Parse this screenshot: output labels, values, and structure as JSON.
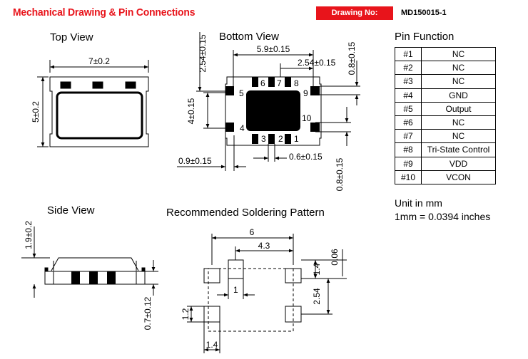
{
  "header": {
    "title": "Mechanical Drawing & Pin Connections",
    "drawing_no_label": "Drawing No:",
    "drawing_no": "MD150015-1"
  },
  "colors": {
    "accent": "#e8141b",
    "ink": "#000000"
  },
  "top_view": {
    "title": "Top View",
    "dim_width": "7±0.2",
    "dim_height": "5±0.2"
  },
  "bottom_view": {
    "title": "Bottom View",
    "dim_pitch_x": "5.9±0.15",
    "dim_pitch_top": "2.54±0.15",
    "dim_vertical_top": "2.54±0.15",
    "dim_pad_h": "0.8±0.15",
    "dim_pitch_y": "4±0.15",
    "dim_pad_w_left": "0.9±0.15",
    "dim_pad_w_bottom": "0.6±0.15",
    "dim_pad_h_bottom": "0.8±0.15",
    "pin_labels": {
      "p1": "1",
      "p2": "2",
      "p3": "3",
      "p4": "4",
      "p5": "5",
      "p6": "6",
      "p7": "7",
      "p8": "8",
      "p9": "9",
      "p10": "10"
    }
  },
  "side_view": {
    "title": "Side View",
    "dim_height": "1.9±0.2",
    "dim_standoff": "0.7±0.12"
  },
  "soldering": {
    "title": "Recommended Soldering Pattern",
    "dim_total": "6",
    "dim_inner": "4.3",
    "dim_pad": "1.4",
    "dim_gap": "0.06",
    "dim_pitch": "2.54",
    "dim_1": "1",
    "dim_12": "1.2",
    "dim_14b": "1.4"
  },
  "pin_function": {
    "title": "Pin Function",
    "rows": [
      {
        "pin": "#1",
        "function": "NC"
      },
      {
        "pin": "#2",
        "function": "NC"
      },
      {
        "pin": "#3",
        "function": "NC"
      },
      {
        "pin": "#4",
        "function": "GND"
      },
      {
        "pin": "#5",
        "function": "Output"
      },
      {
        "pin": "#6",
        "function": "NC"
      },
      {
        "pin": "#7",
        "function": "NC"
      },
      {
        "pin": "#8",
        "function": "Tri-State Control"
      },
      {
        "pin": "#9",
        "function": "VDD"
      },
      {
        "pin": "#10",
        "function": "VCON"
      }
    ]
  },
  "units": {
    "line1": "Unit in mm",
    "line2": "1mm = 0.0394 inches"
  }
}
